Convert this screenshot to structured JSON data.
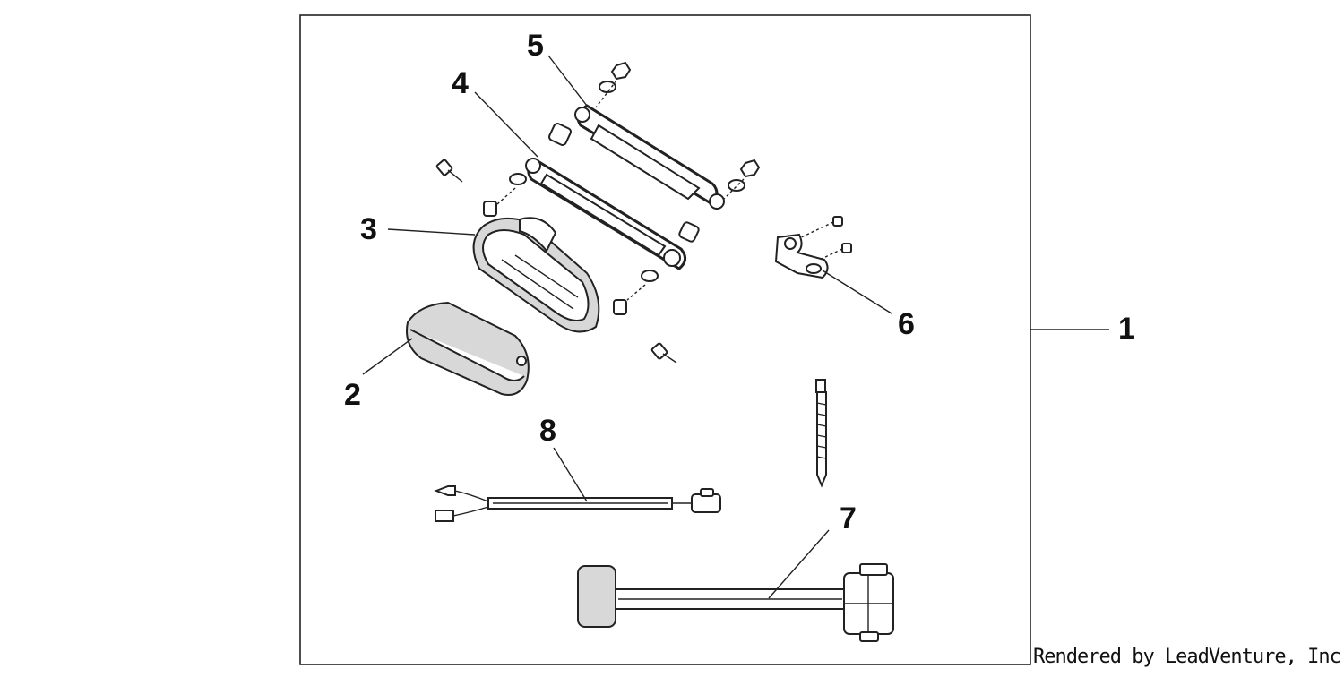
{
  "callouts": {
    "c1": "1",
    "c2": "2",
    "c3": "3",
    "c4": "4",
    "c5": "5",
    "c6": "6",
    "c7": "7",
    "c8": "8"
  },
  "credit": "Rendered by LeadVenture, Inc."
}
